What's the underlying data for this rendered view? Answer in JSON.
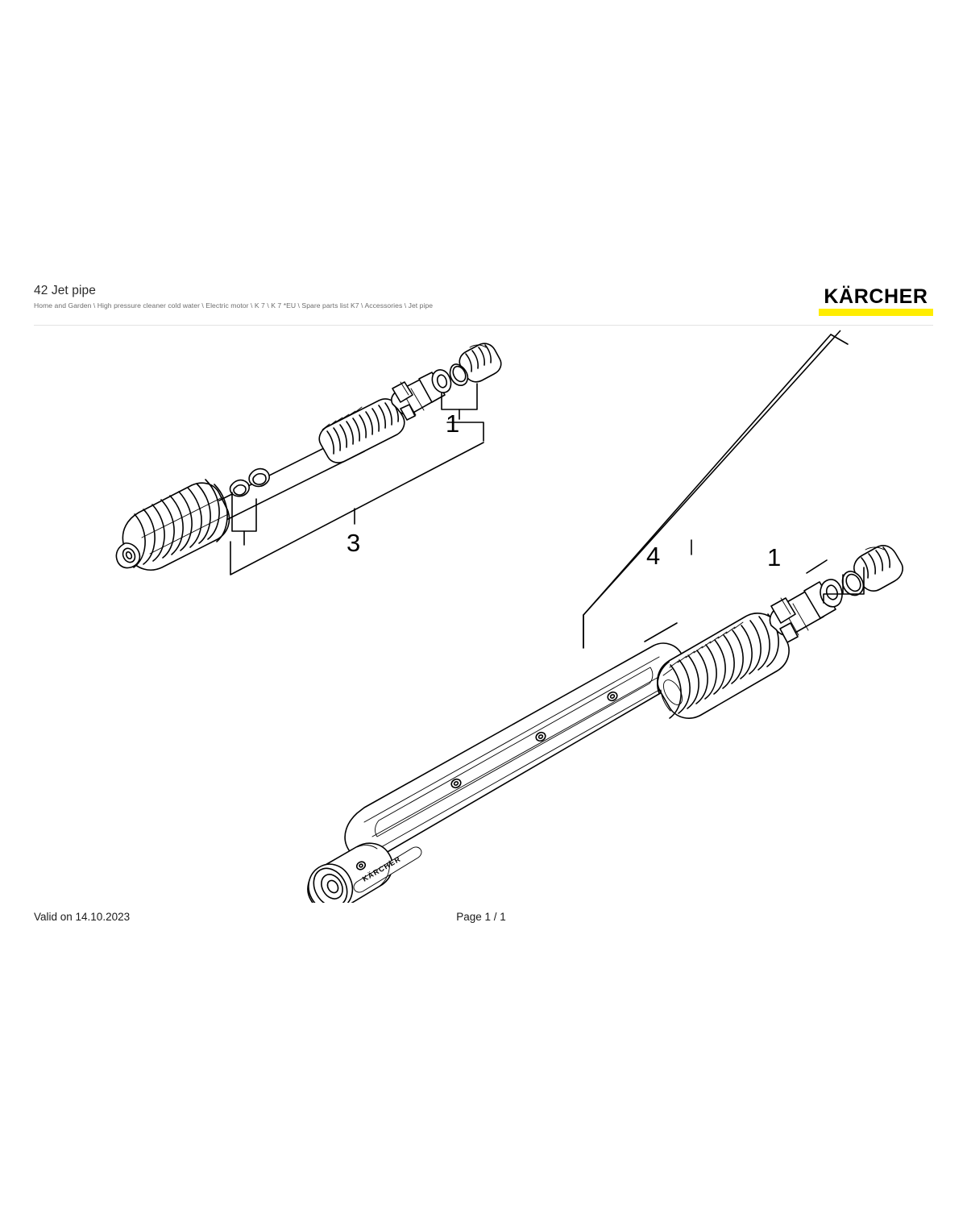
{
  "document": {
    "title": "42 Jet pipe",
    "breadcrumb": "Home and Garden \\ High pressure cleaner cold water \\ Electric motor \\ K 7 \\ K 7 *EU \\ Spare parts list K7 \\ Accessories \\ Jet pipe"
  },
  "brand": {
    "name": "KÄRCHER",
    "accent_color": "#FFED00",
    "text_color": "#000000"
  },
  "footer": {
    "valid_on": "Valid on 14.10.2023",
    "page": "Page 1 / 1"
  },
  "diagram": {
    "type": "exploded-parts-drawing",
    "line_color": "#000000",
    "background": "#ffffff",
    "figures": [
      {
        "id": "figure-top",
        "name": "dirt-blaster-jet-pipe",
        "description": "Rotary dirt blaster lance with ribbed conical nozzle head, lance tube, ribbed grip collar, bayonet coupling, O-ring and threaded nozzle insert",
        "callouts": [
          {
            "number": "3",
            "target": "jet-pipe-assembly"
          },
          {
            "number": "1",
            "target": "nozzle-and-o-ring"
          }
        ]
      },
      {
        "id": "figure-bottom",
        "name": "vario-power-jet-pipe",
        "description": "Vario power jet lance with embossed KAERCHER nozzle head, tapered barrel, ribbed adjusting grip, bayonet coupling, O-ring and threaded nozzle insert",
        "emboss_label": "KÄRCHER",
        "callouts": [
          {
            "number": "4",
            "target": "vario-power-jet-assembly"
          },
          {
            "number": "1",
            "target": "nozzle-and-o-ring"
          }
        ]
      }
    ],
    "callout_numbers": [
      "1",
      "3",
      "4"
    ]
  }
}
